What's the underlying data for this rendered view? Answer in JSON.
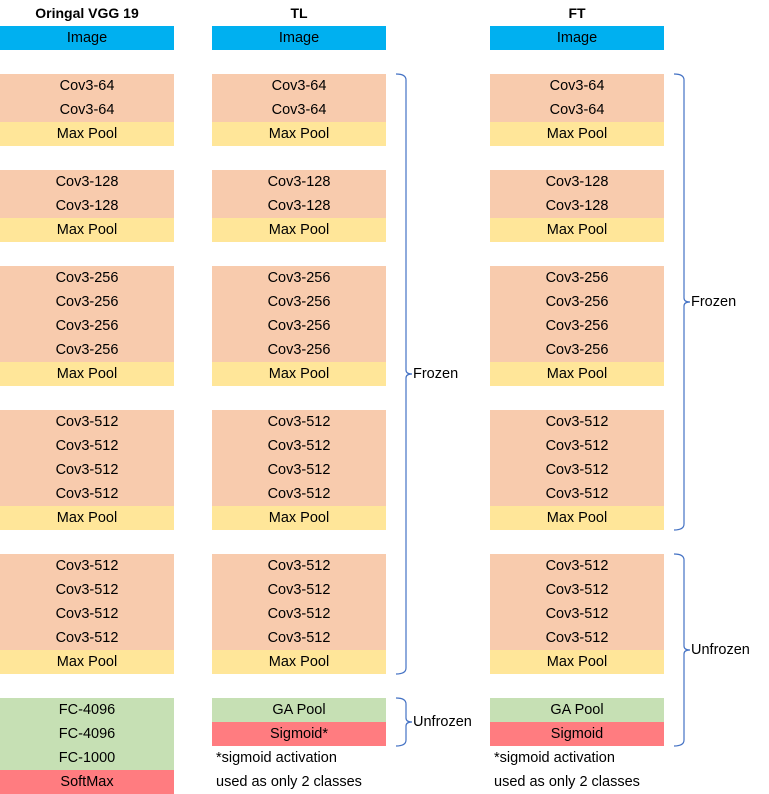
{
  "columns": [
    {
      "id": "orig",
      "title": "Oringal VGG 19",
      "blocks": [
        [
          {
            "t": "Image",
            "k": "image"
          }
        ],
        [
          {
            "t": "Cov3-64",
            "k": "conv"
          },
          {
            "t": "Cov3-64",
            "k": "conv"
          },
          {
            "t": "Max Pool",
            "k": "pool"
          }
        ],
        [
          {
            "t": "Cov3-128",
            "k": "conv"
          },
          {
            "t": "Cov3-128",
            "k": "conv"
          },
          {
            "t": "Max Pool",
            "k": "pool"
          }
        ],
        [
          {
            "t": "Cov3-256",
            "k": "conv"
          },
          {
            "t": "Cov3-256",
            "k": "conv"
          },
          {
            "t": "Cov3-256",
            "k": "conv"
          },
          {
            "t": "Cov3-256",
            "k": "conv"
          },
          {
            "t": "Max Pool",
            "k": "pool"
          }
        ],
        [
          {
            "t": "Cov3-512",
            "k": "conv"
          },
          {
            "t": "Cov3-512",
            "k": "conv"
          },
          {
            "t": "Cov3-512",
            "k": "conv"
          },
          {
            "t": "Cov3-512",
            "k": "conv"
          },
          {
            "t": "Max Pool",
            "k": "pool"
          }
        ],
        [
          {
            "t": "Cov3-512",
            "k": "conv"
          },
          {
            "t": "Cov3-512",
            "k": "conv"
          },
          {
            "t": "Cov3-512",
            "k": "conv"
          },
          {
            "t": "Cov3-512",
            "k": "conv"
          },
          {
            "t": "Max Pool",
            "k": "pool"
          }
        ],
        [
          {
            "t": "FC-4096",
            "k": "fc"
          },
          {
            "t": "FC-4096",
            "k": "fc"
          },
          {
            "t": "FC-1000",
            "k": "fc"
          },
          {
            "t": "SoftMax",
            "k": "soft"
          }
        ]
      ]
    },
    {
      "id": "tl",
      "title": "TL",
      "blocks": [
        [
          {
            "t": "Image",
            "k": "image"
          }
        ],
        [
          {
            "t": "Cov3-64",
            "k": "conv"
          },
          {
            "t": "Cov3-64",
            "k": "conv"
          },
          {
            "t": "Max Pool",
            "k": "pool"
          }
        ],
        [
          {
            "t": "Cov3-128",
            "k": "conv"
          },
          {
            "t": "Cov3-128",
            "k": "conv"
          },
          {
            "t": "Max Pool",
            "k": "pool"
          }
        ],
        [
          {
            "t": "Cov3-256",
            "k": "conv"
          },
          {
            "t": "Cov3-256",
            "k": "conv"
          },
          {
            "t": "Cov3-256",
            "k": "conv"
          },
          {
            "t": "Cov3-256",
            "k": "conv"
          },
          {
            "t": "Max Pool",
            "k": "pool"
          }
        ],
        [
          {
            "t": "Cov3-512",
            "k": "conv"
          },
          {
            "t": "Cov3-512",
            "k": "conv"
          },
          {
            "t": "Cov3-512",
            "k": "conv"
          },
          {
            "t": "Cov3-512",
            "k": "conv"
          },
          {
            "t": "Max Pool",
            "k": "pool"
          }
        ],
        [
          {
            "t": "Cov3-512",
            "k": "conv"
          },
          {
            "t": "Cov3-512",
            "k": "conv"
          },
          {
            "t": "Cov3-512",
            "k": "conv"
          },
          {
            "t": "Cov3-512",
            "k": "conv"
          },
          {
            "t": "Max Pool",
            "k": "pool"
          }
        ],
        [
          {
            "t": "GA Pool",
            "k": "fc"
          },
          {
            "t": "Sigmoid*",
            "k": "soft"
          },
          {
            "t": "*sigmoid activation",
            "k": "note"
          },
          {
            "t": "used as only 2 classes",
            "k": "note"
          }
        ]
      ]
    },
    {
      "id": "ft",
      "title": "FT",
      "blocks": [
        [
          {
            "t": "Image",
            "k": "image"
          }
        ],
        [
          {
            "t": "Cov3-64",
            "k": "conv"
          },
          {
            "t": "Cov3-64",
            "k": "conv"
          },
          {
            "t": "Max Pool",
            "k": "pool"
          }
        ],
        [
          {
            "t": "Cov3-128",
            "k": "conv"
          },
          {
            "t": "Cov3-128",
            "k": "conv"
          },
          {
            "t": "Max Pool",
            "k": "pool"
          }
        ],
        [
          {
            "t": "Cov3-256",
            "k": "conv"
          },
          {
            "t": "Cov3-256",
            "k": "conv"
          },
          {
            "t": "Cov3-256",
            "k": "conv"
          },
          {
            "t": "Cov3-256",
            "k": "conv"
          },
          {
            "t": "Max Pool",
            "k": "pool"
          }
        ],
        [
          {
            "t": "Cov3-512",
            "k": "conv"
          },
          {
            "t": "Cov3-512",
            "k": "conv"
          },
          {
            "t": "Cov3-512",
            "k": "conv"
          },
          {
            "t": "Cov3-512",
            "k": "conv"
          },
          {
            "t": "Max Pool",
            "k": "pool"
          }
        ],
        [
          {
            "t": "Cov3-512",
            "k": "conv"
          },
          {
            "t": "Cov3-512",
            "k": "conv"
          },
          {
            "t": "Cov3-512",
            "k": "conv"
          },
          {
            "t": "Cov3-512",
            "k": "conv"
          },
          {
            "t": "Max Pool",
            "k": "pool"
          }
        ],
        [
          {
            "t": "GA Pool",
            "k": "fc"
          },
          {
            "t": "Sigmoid",
            "k": "soft"
          },
          {
            "t": "*sigmoid activation",
            "k": "note"
          },
          {
            "t": "used as only 2 classes",
            "k": "note"
          }
        ]
      ]
    }
  ],
  "brackets": [
    {
      "column": "tl",
      "from_block": 1,
      "to_block": 5,
      "label": "Frozen"
    },
    {
      "column": "tl",
      "from_block": 6,
      "to_block": 6,
      "to_row": 1,
      "label": "Unfrozen"
    },
    {
      "column": "ft",
      "from_block": 1,
      "to_block": 4,
      "label": "Frozen"
    },
    {
      "column": "ft",
      "from_block": 5,
      "to_block": 6,
      "to_row": 1,
      "label": "Unfrozen"
    }
  ],
  "colors": {
    "image": "#00B0F0",
    "conv": "#F8CBAD",
    "pool": "#FFE699",
    "fc": "#C6E0B4",
    "soft": "#FF7C80",
    "bracket": "#4472C4"
  }
}
